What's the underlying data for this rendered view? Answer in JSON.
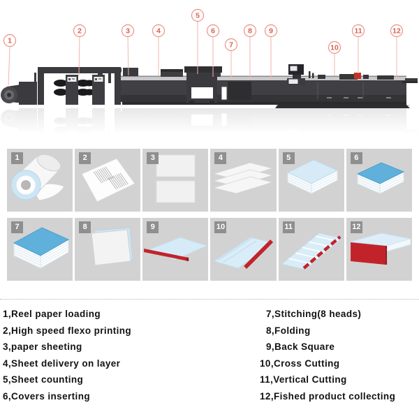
{
  "machine": {
    "callouts": [
      {
        "n": "1"
      },
      {
        "n": "2"
      },
      {
        "n": "3"
      },
      {
        "n": "4"
      },
      {
        "n": "5"
      },
      {
        "n": "6"
      },
      {
        "n": "7"
      },
      {
        "n": "8"
      },
      {
        "n": "9"
      },
      {
        "n": "10"
      },
      {
        "n": "11"
      },
      {
        "n": "12"
      }
    ]
  },
  "tiles": [
    {
      "n": "1",
      "subject": "reel-paper-roll"
    },
    {
      "n": "2",
      "subject": "printed-sheet"
    },
    {
      "n": "3",
      "subject": "cut-sheets"
    },
    {
      "n": "4",
      "subject": "layered-sheets"
    },
    {
      "n": "5",
      "subject": "counted-stack"
    },
    {
      "n": "6",
      "subject": "stack-with-cover"
    },
    {
      "n": "7",
      "subject": "stitched-stack"
    },
    {
      "n": "8",
      "subject": "folded-sheet"
    },
    {
      "n": "9",
      "subject": "back-square-spine"
    },
    {
      "n": "10",
      "subject": "cross-cutting"
    },
    {
      "n": "11",
      "subject": "vertical-cutting"
    },
    {
      "n": "12",
      "subject": "finished-product"
    }
  ],
  "steps": {
    "left": [
      "1,Reel paper loading",
      "2,High speed flexo printing",
      "3,paper sheeting",
      "4,Sheet delivery on layer",
      "5,Sheet counting",
      "6,Covers inserting"
    ],
    "right": [
      "7,Stitching(8 heads)",
      "8,Folding",
      "9,Back Square",
      "10,Cross Cutting",
      "11,Vertical Cutting",
      "12,Fished product collecting"
    ]
  },
  "colors": {
    "callout_red": "#d8604f",
    "leader_line": "#f2b5ac",
    "tile_bg": "#d2d2d2",
    "badge_bg": "#8f8f90",
    "paper_blue_light": "#d6ebf7",
    "paper_blue_mid": "#5fb1dc",
    "product_red": "#c2232b",
    "machine_dark": "#3b3b3f"
  }
}
